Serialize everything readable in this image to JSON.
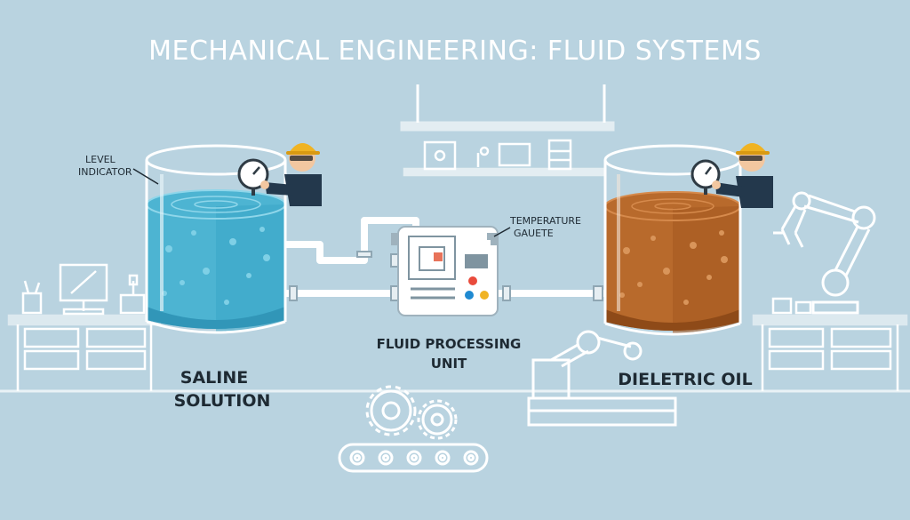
{
  "title": "MECHANICAL ENGINEERING: FLUID SYSTEMS",
  "labels": {
    "level_indicator_line1": "LEVEL",
    "level_indicator_line2": "INDICATOR",
    "temperature_line1": "TEMPERATURE",
    "temperature_line2": "GAUETE",
    "processing_line1": "FLUID PROCESSING",
    "processing_line2": "UNIT",
    "left_tank_line1": "SALINE",
    "left_tank_line2": "SOLUTION",
    "right_tank": "DIELETRIC OIL"
  },
  "colors": {
    "background": "#b9d3e0",
    "line_art": "#ffffff",
    "saline_fluid": "#4db4d2",
    "oil_fluid": "#b86a2c",
    "hard_hat": "#f0b323",
    "text": "#1e2a33"
  }
}
